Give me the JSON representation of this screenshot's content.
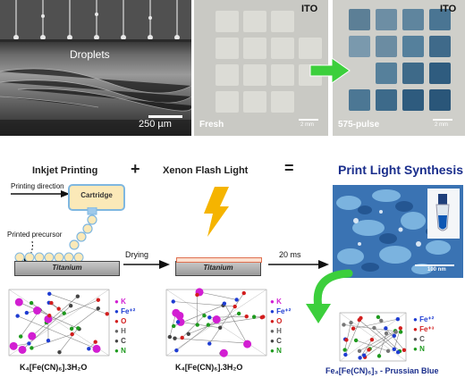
{
  "top": {
    "droplets_label": "Droplets",
    "scale_250": "250 µm",
    "ito_left": "ITO",
    "ito_right": "ITO",
    "fresh_label": "Fresh",
    "pulse_label": "575-pulse",
    "scale_2mm_left": "2 mm",
    "scale_2mm_right": "2 mm"
  },
  "headings": {
    "inkjet": "Inkjet Printing",
    "plus": "+",
    "xenon": "Xenon Flash Light",
    "equals": "=",
    "pls": "Print Light Synthesis"
  },
  "process": {
    "printing_direction": "Printing direction",
    "cartridge": "Cartridge",
    "printed_precursor": "Printed precursor",
    "titanium_left": "Titanium",
    "drying": "Drying",
    "titanium_right": "Titanium",
    "time": "20 ms",
    "scale_100nm": "100 nm"
  },
  "legend_left": [
    {
      "symbol": "K",
      "color": "#d21ed2"
    },
    {
      "symbol": "Fe⁺²",
      "color": "#1e3cd2"
    },
    {
      "symbol": "O",
      "color": "#d21e1e"
    },
    {
      "symbol": "H",
      "color": "#666666"
    },
    {
      "symbol": "C",
      "color": "#444444"
    },
    {
      "symbol": "N",
      "color": "#1e9a1e"
    }
  ],
  "legend_right": [
    {
      "symbol": "Fe⁺²",
      "color": "#1e3cd2"
    },
    {
      "symbol": "Fe⁺³",
      "color": "#d21e1e"
    },
    {
      "symbol": "C",
      "color": "#555555"
    },
    {
      "symbol": "N",
      "color": "#1e9a1e"
    }
  ],
  "formulas": {
    "left": "K₄[Fe(CN)₆].3H₂O",
    "mid": "K₄[Fe(CN)₆].3H₂O",
    "right": "Fe₄[Fe(CN)₆]₃ - Prussian Blue"
  },
  "colors": {
    "heading_blue": "#1a2e8c",
    "arrow_green": "#3ccf3c",
    "lightning": "#f5b400"
  }
}
